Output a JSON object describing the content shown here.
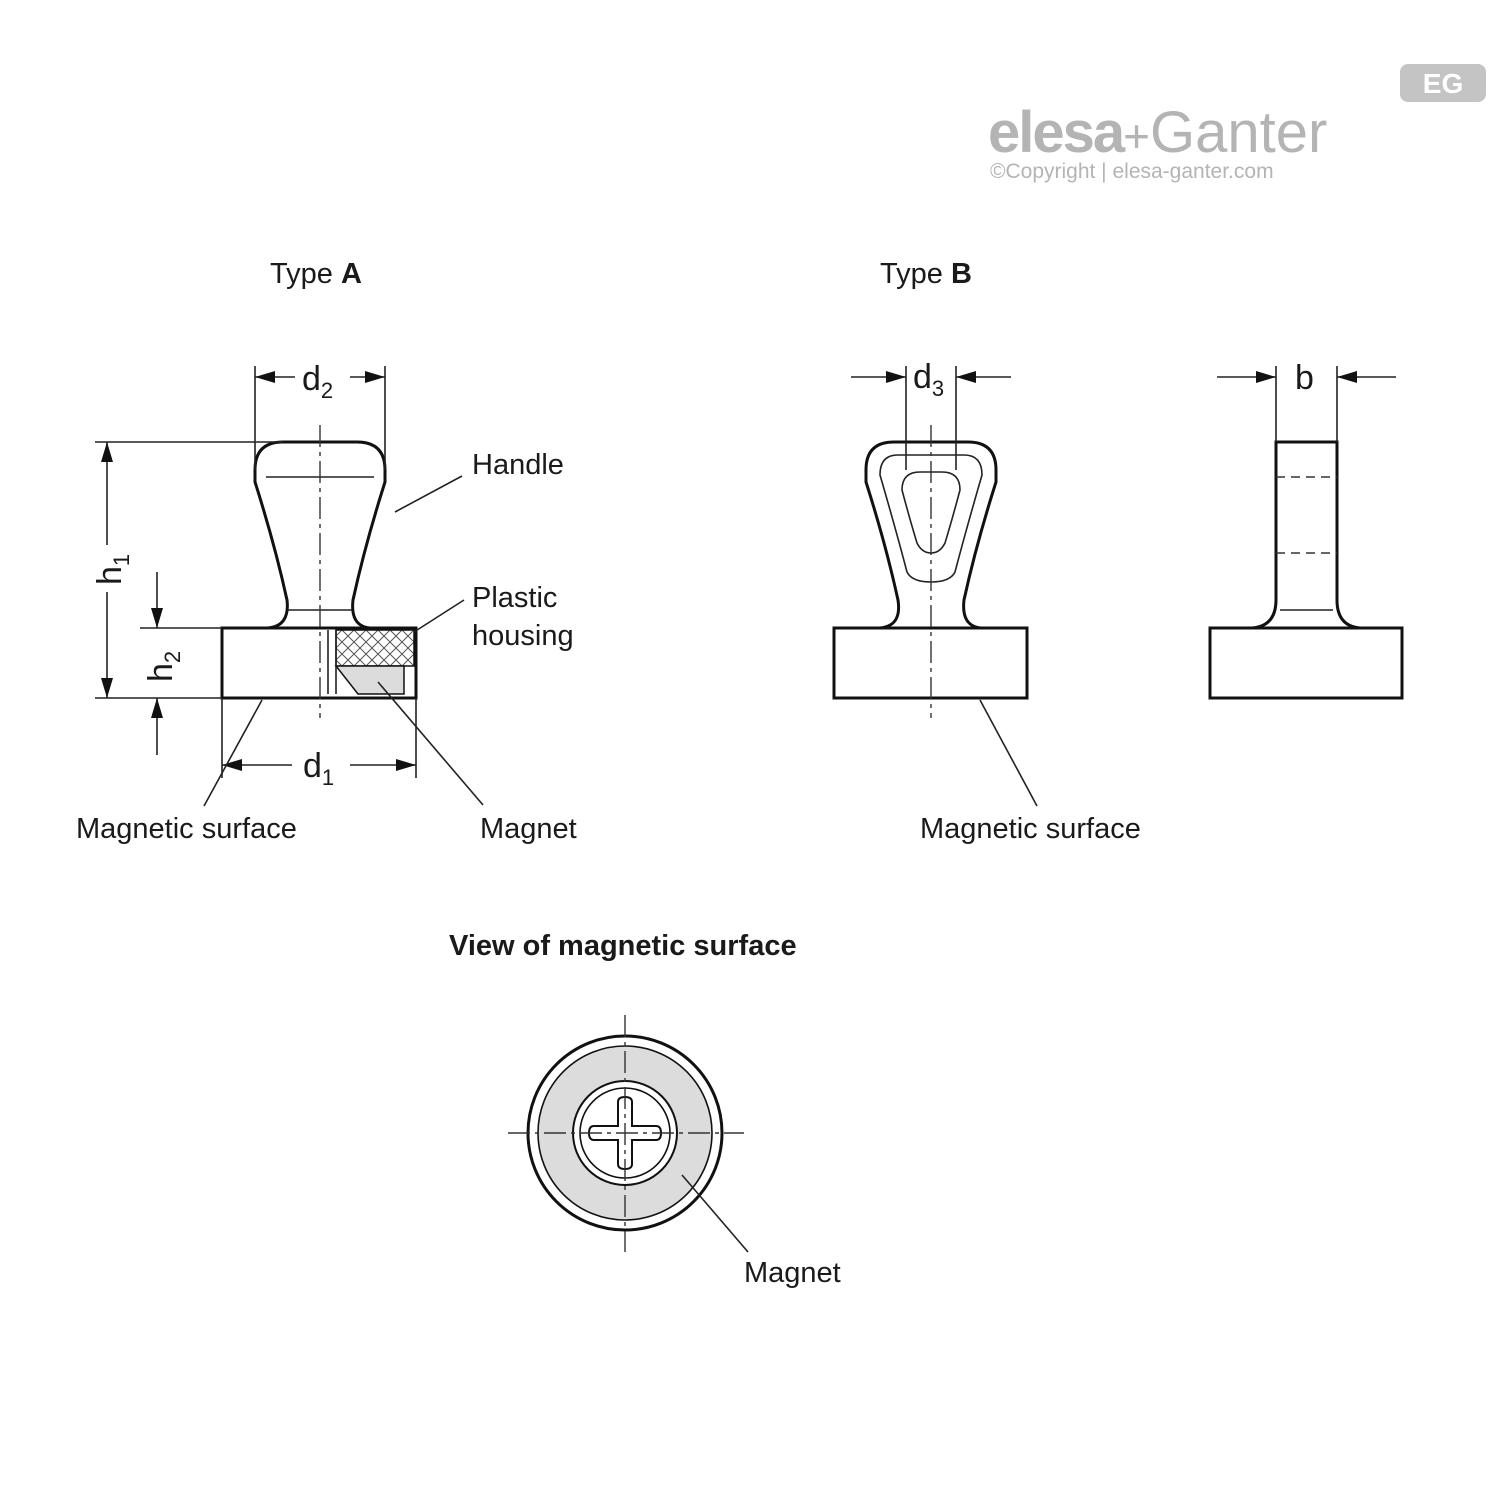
{
  "brand": {
    "logo_left": "elesa",
    "logo_plus": "+",
    "logo_right": "Ganter",
    "badge": "EG",
    "copyright": "©Copyright | elesa-ganter.com"
  },
  "type_a": {
    "title_prefix": "Type ",
    "title_letter": "A",
    "dim_d2": {
      "main": "d",
      "sub": "2"
    },
    "dim_d1": {
      "main": "d",
      "sub": "1"
    },
    "dim_h1": {
      "main": "h",
      "sub": "1"
    },
    "dim_h2": {
      "main": "h",
      "sub": "2"
    },
    "label_handle": "Handle",
    "label_plastic_line1": "Plastic",
    "label_plastic_line2": "housing",
    "label_magnetic_surface": "Magnetic surface",
    "label_magnet": "Magnet"
  },
  "type_b": {
    "title_prefix": "Type ",
    "title_letter": "B",
    "dim_d3": {
      "main": "d",
      "sub": "3"
    },
    "dim_b": "b",
    "label_magnetic_surface": "Magnetic surface"
  },
  "bottom_view": {
    "title": "View of magnetic surface",
    "label_magnet": "Magnet"
  },
  "colors": {
    "line": "#111111",
    "magnet_fill": "#dcdcdc",
    "logo_gray": "#b4b4b4"
  }
}
